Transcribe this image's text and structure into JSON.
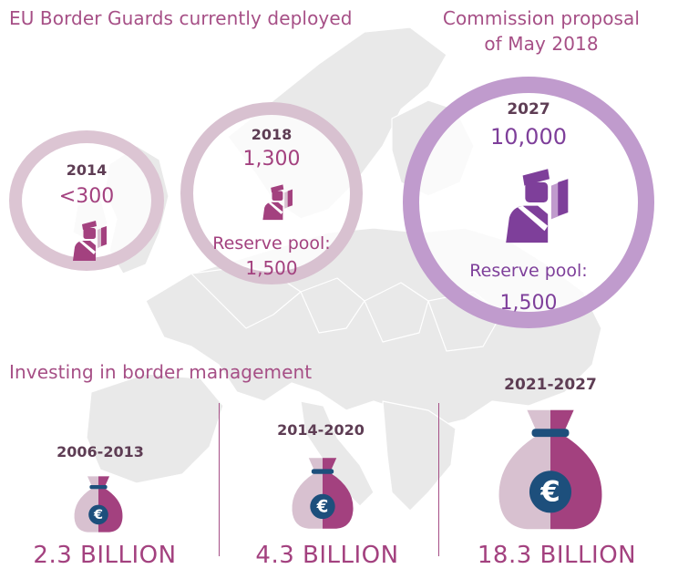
{
  "headings": {
    "deployed": "EU Border Guards currently deployed",
    "proposal_line1": "Commission proposal",
    "proposal_line2": "of May 2018",
    "investing": "Investing in border management"
  },
  "guards": [
    {
      "year": "2014",
      "value": "<300"
    },
    {
      "year": "2018",
      "value": "1,300",
      "reserve_label": "Reserve pool:",
      "reserve_value": "1,500"
    },
    {
      "year": "2027",
      "value": "10,000",
      "reserve_label": "Reserve pool:",
      "reserve_value": "1,500"
    }
  ],
  "investment": [
    {
      "period": "2006-2013",
      "amount": "2.3 BILLION"
    },
    {
      "period": "2014-2020",
      "amount": "4.3 BILLION"
    },
    {
      "period": "2021-2027",
      "amount": "18.3 BILLION"
    }
  ],
  "icons": {
    "guard": "border-guard-icon",
    "money": "money-bag-icon",
    "euro": "€"
  },
  "colors": {
    "magenta": "#a3417f",
    "purple": "#7e3f9a",
    "light_pink": "#d8c1d0",
    "light_purple": "#c09bcd",
    "navy": "#1d4f7c",
    "map_grey": "#e8e8e8"
  }
}
